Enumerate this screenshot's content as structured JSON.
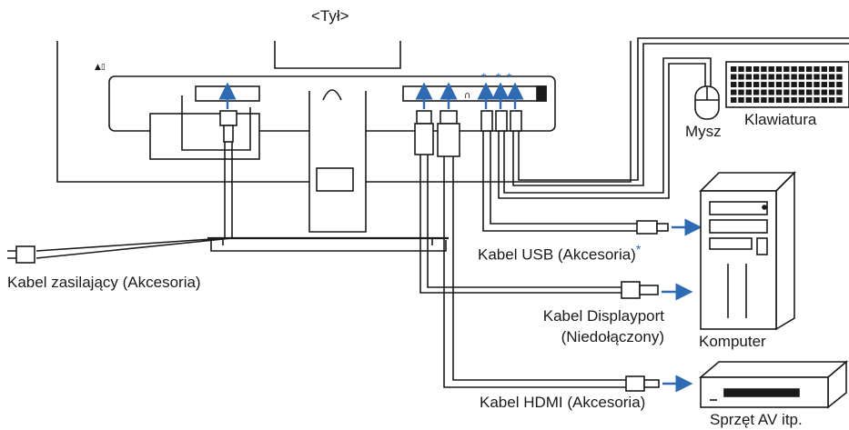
{
  "view_title": "<Tył>",
  "labels": {
    "power_cable": "Kabel zasilający (Akcesoria)",
    "usb_cable": "Kabel USB (Akcesoria)",
    "usb_cable_star": "*",
    "displayport_cable_line1": "Kabel Displayport",
    "displayport_cable_line2": "(Niedołączony)",
    "hdmi_cable": "Kabel HDMI (Akcesoria)",
    "mouse": "Mysz",
    "keyboard": "Klawiatura",
    "computer": "Komputer",
    "av_equipment": "Sprzęt AV itp."
  },
  "port_stars": [
    "*",
    "*",
    "*"
  ],
  "colors": {
    "line": "#1a1a1a",
    "arrow": "#2f6bb3",
    "cable": "#8a8a8a"
  }
}
